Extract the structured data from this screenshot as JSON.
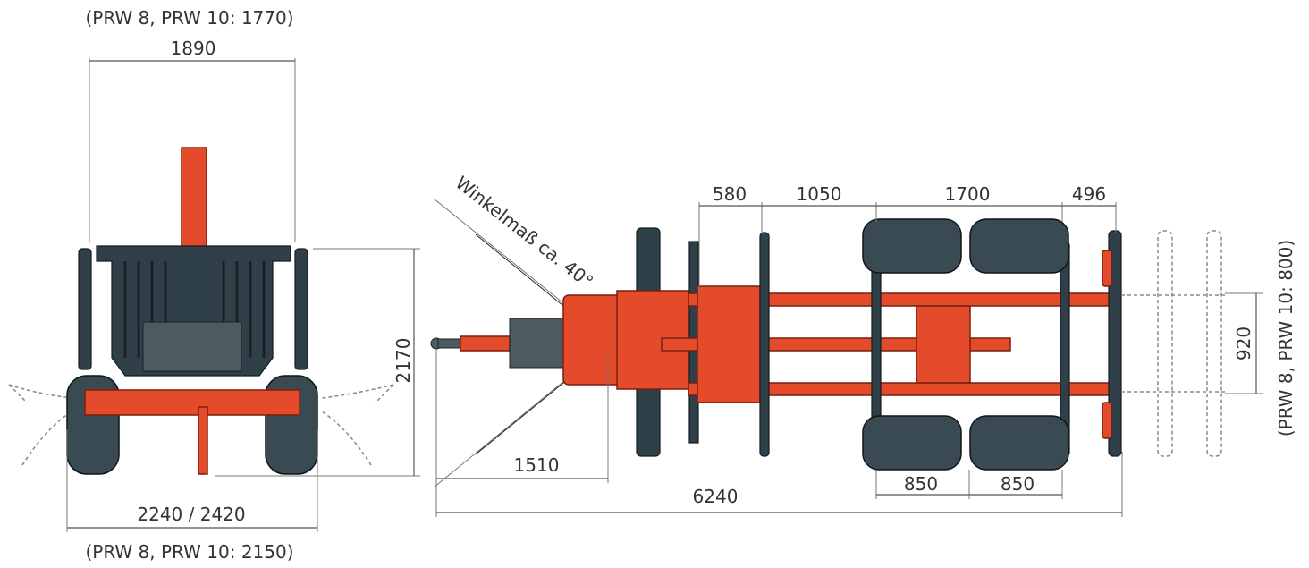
{
  "colors": {
    "frame": "#e34b2a",
    "steel": "#2f4048",
    "tyre": "#3a4a52",
    "dimension": "#555555",
    "background": "#ffffff"
  },
  "front_view": {
    "top_note": "(PRW 8, PRW 10: 1770)",
    "stake_width": "1890",
    "height": "2170",
    "track_width": "2240 / 2420",
    "bottom_note": "(PRW 8, PRW 10: 2150)"
  },
  "top_view": {
    "angle_label": "Winkelmaß ca. 40°",
    "dim_580": "580",
    "dim_1050": "1050",
    "dim_1700": "1700",
    "dim_496": "496",
    "drawbar_length": "1510",
    "overall_length": "6240",
    "axle_spacing_left": "850",
    "axle_spacing_right": "850",
    "bunk_spacing": "920",
    "side_note": "(PRW 8, PRW 10: 800)"
  }
}
